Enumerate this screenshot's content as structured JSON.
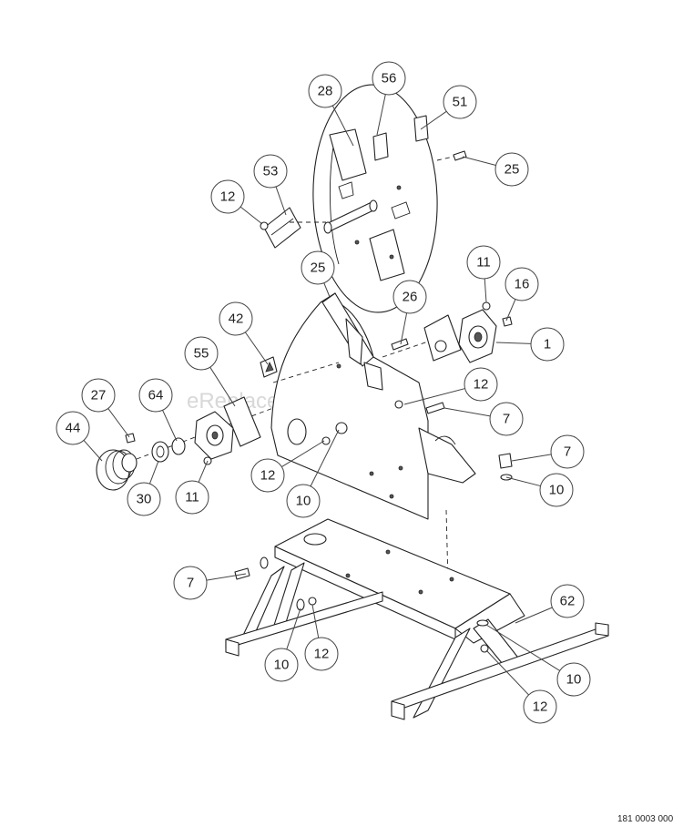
{
  "watermark": "eReplacementParts.com",
  "drawing_number": "181 0003 000",
  "callouts": [
    {
      "label": "28"
    },
    {
      "label": "56"
    },
    {
      "label": "51"
    },
    {
      "label": "25"
    },
    {
      "label": "53"
    },
    {
      "label": "12"
    },
    {
      "label": "25"
    },
    {
      "label": "11"
    },
    {
      "label": "16"
    },
    {
      "label": "26"
    },
    {
      "label": "1"
    },
    {
      "label": "42"
    },
    {
      "label": "55"
    },
    {
      "label": "12"
    },
    {
      "label": "27"
    },
    {
      "label": "64"
    },
    {
      "label": "7"
    },
    {
      "label": "44"
    },
    {
      "label": "7"
    },
    {
      "label": "12"
    },
    {
      "label": "30"
    },
    {
      "label": "11"
    },
    {
      "label": "10"
    },
    {
      "label": "10"
    },
    {
      "label": "7"
    },
    {
      "label": "62"
    },
    {
      "label": "10"
    },
    {
      "label": "12"
    },
    {
      "label": "10"
    },
    {
      "label": "12"
    }
  ]
}
